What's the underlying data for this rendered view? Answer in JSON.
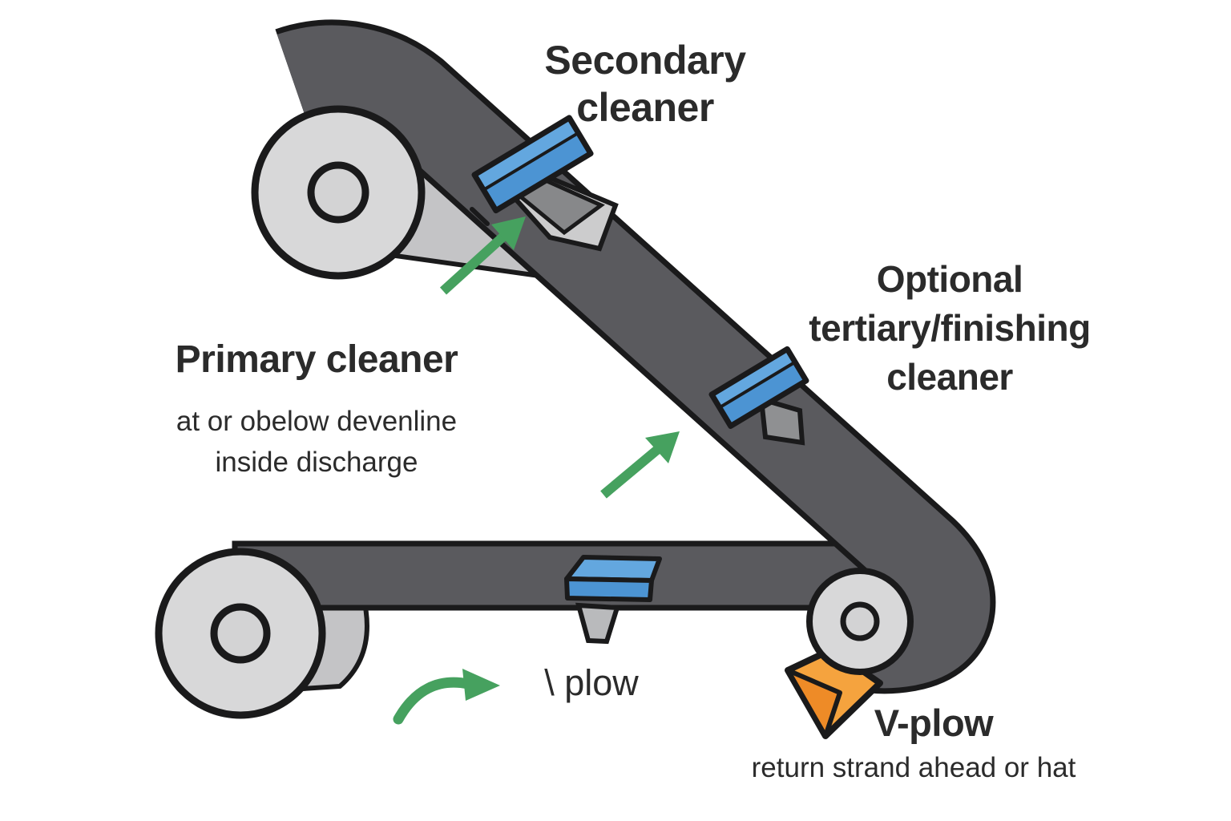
{
  "diagram": {
    "labels": {
      "secondary_cleaner": "Secondary\ncleaner",
      "primary_cleaner_title": "Primary cleaner",
      "primary_cleaner_subtitle": "at or obelow devenline\ninside discharge",
      "optional_cleaner": "Optional\ntertiary/finishing\ncleaner",
      "plow": "\\ plow",
      "v_plow_title": "V-plow",
      "v_plow_subtitle": "return strand ahead or hat"
    },
    "colors": {
      "background": "#ffffff",
      "belt_gray": "#5a5a5e",
      "outline_black": "#1a1a1b",
      "pulley_gray": "#d8d8d9",
      "pulley_side_gray": "#c4c4c6",
      "cleaner_blue": "#4c94d3",
      "cleaner_blue_highlight": "#63a7df",
      "arrow_green": "#46a15f",
      "v_plow_orange": "#f5a33e",
      "v_plow_orange_dark": "#ee8b27",
      "text": "#2b2b2b"
    }
  }
}
